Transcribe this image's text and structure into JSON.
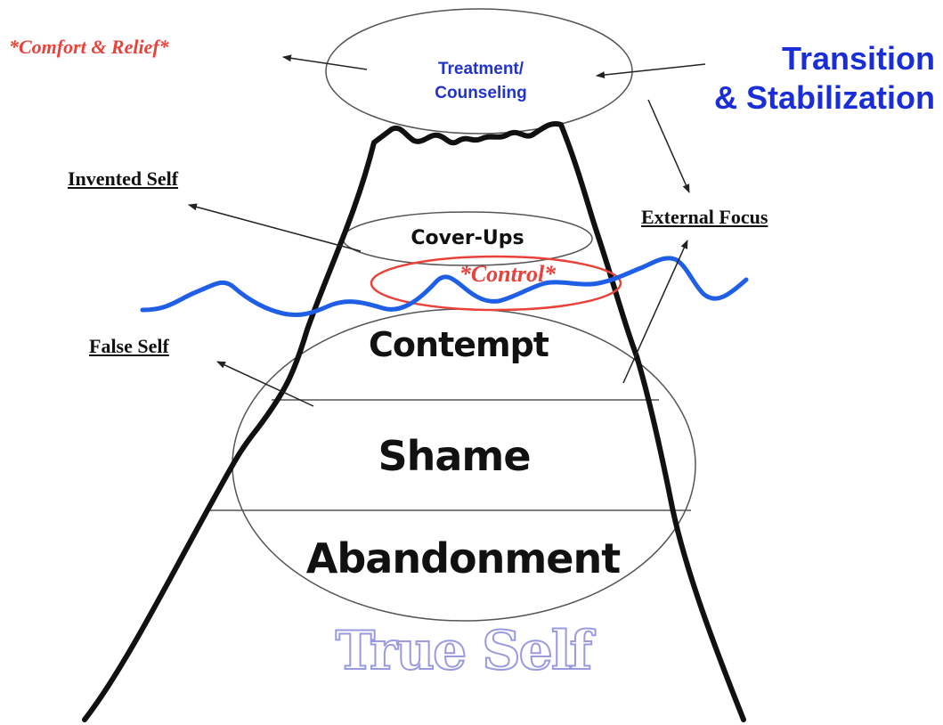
{
  "labels": {
    "comfort_relief": "*Comfort & Relief*",
    "treatment_line1": "Treatment/",
    "treatment_line2": "Counseling",
    "transition_line1": "Transition",
    "transition_line2": "& Stabilization",
    "invented_self": "Invented Self",
    "external_focus": "External Focus",
    "false_self": "False Self",
    "cover_ups": "Cover-Ups",
    "control": "*Control*",
    "contempt": "Contempt",
    "shame": "Shame",
    "abandonment": "Abandonment",
    "true_self": "True Self"
  },
  "colors": {
    "red_accent": "#e8423a",
    "blue_heading": "#1a2ed8",
    "waterline_blue": "#1f5fe6",
    "true_self_outline": "#9a9ae0",
    "outline_black": "#111111"
  }
}
